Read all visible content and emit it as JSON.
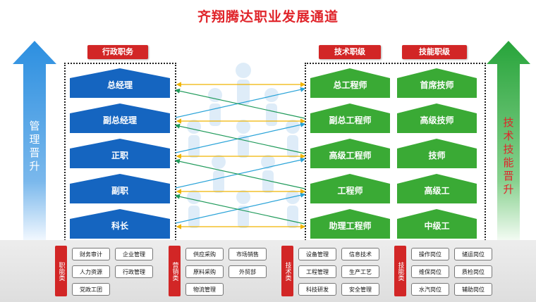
{
  "title": "齐翔腾达职业发展通道",
  "headers": {
    "admin": "行政职务",
    "tech": "技术职级",
    "skill": "技能职级"
  },
  "left_arrow": [
    "管",
    "理",
    "晋",
    "升"
  ],
  "right_arrow": [
    "技",
    "术",
    "技",
    "能",
    "晋",
    "升"
  ],
  "admin_ranks": [
    "总经理",
    "副总经理",
    "正职",
    "副职",
    "科长"
  ],
  "tech_ranks": [
    "总工程师",
    "副总工程师",
    "高级工程师",
    "工程师",
    "助理工程师"
  ],
  "skill_ranks": [
    "首席技师",
    "高级技师",
    "技师",
    "高级工",
    "中级工"
  ],
  "categories": [
    {
      "label": "职能类",
      "items": [
        "财务审计",
        "企业管理",
        "人力资源",
        "行政管理",
        "党政工团"
      ]
    },
    {
      "label": "营销类",
      "items": [
        "供应采购",
        "市场销售",
        "原料采购",
        "外贸部",
        "物流管理"
      ]
    },
    {
      "label": "技术类",
      "items": [
        "设备管理",
        "信息技术",
        "工程管理",
        "生产工艺",
        "科技研发",
        "安全管理"
      ]
    },
    {
      "label": "技能类",
      "items": [
        "操作岗位",
        "储运岗位",
        "维保岗位",
        "质检岗位",
        "水汽岗位",
        "辅助岗位"
      ]
    }
  ],
  "colors": {
    "admin_blue": "#1565c0",
    "tech_green": "#3aaa35",
    "title_red": "#e0242a"
  }
}
